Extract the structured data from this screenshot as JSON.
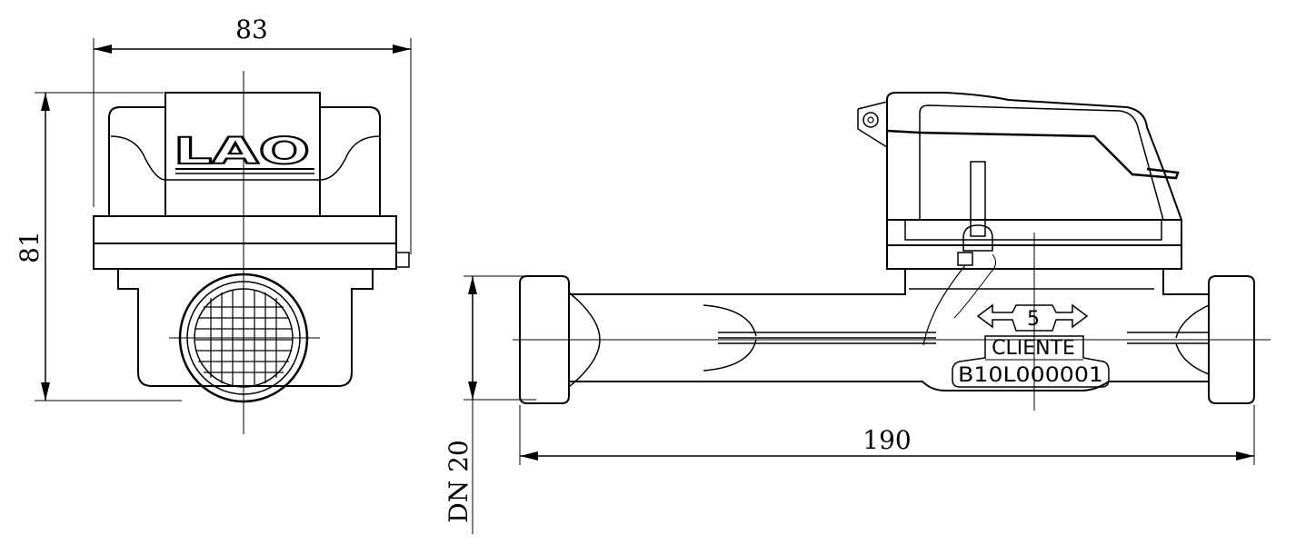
{
  "dimensions": {
    "width": "83",
    "height": "81",
    "length": "190",
    "nominal_diameter": "DN 20"
  },
  "logo": {
    "brand": "LAO"
  },
  "seal_tag": {
    "number": "5",
    "owner_label": "CLIENTE",
    "serial": "B10L000001"
  },
  "colors": {
    "line": "#000000",
    "background": "#ffffff"
  }
}
